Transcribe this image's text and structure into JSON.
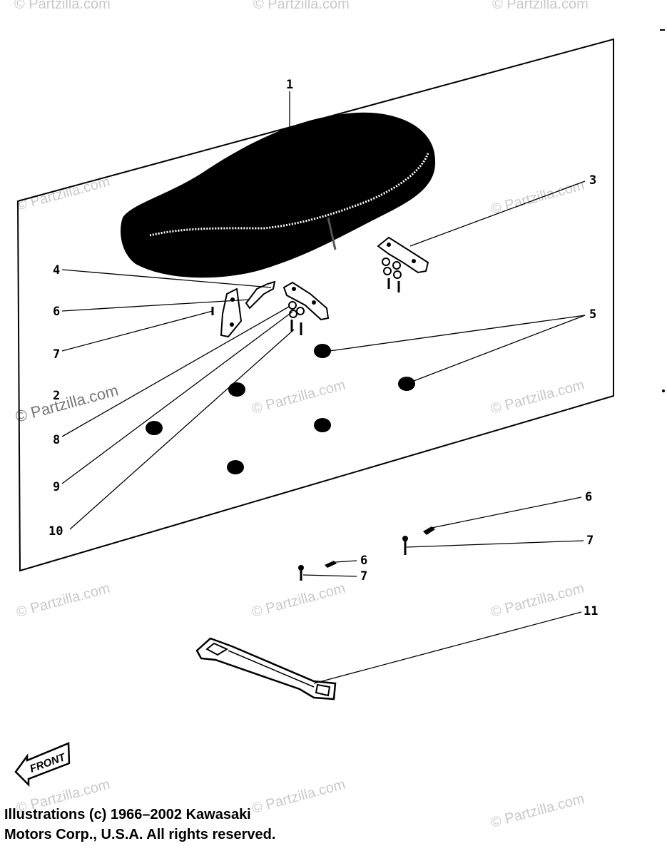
{
  "callouts": {
    "c1": "1",
    "c3": "3",
    "c4": "4",
    "c5": "5",
    "c6a": "6",
    "c7a": "7",
    "c8": "8",
    "c9": "9",
    "c10": "10",
    "c6b": "6",
    "c7b": "7",
    "c6c": "6",
    "c7c": "7",
    "c11": "11",
    "c2": "2"
  },
  "front_label": "FRONT",
  "watermark": "© Partzilla.com",
  "copyright": {
    "line1": "Illustrations (c) 1966–2002 Kawasaki",
    "line2": "Motors Corp., U.S.A.  All rights reserved."
  },
  "colors": {
    "ink": "#000000",
    "watermark": "#c9c9c9",
    "paper": "#ffffff"
  }
}
